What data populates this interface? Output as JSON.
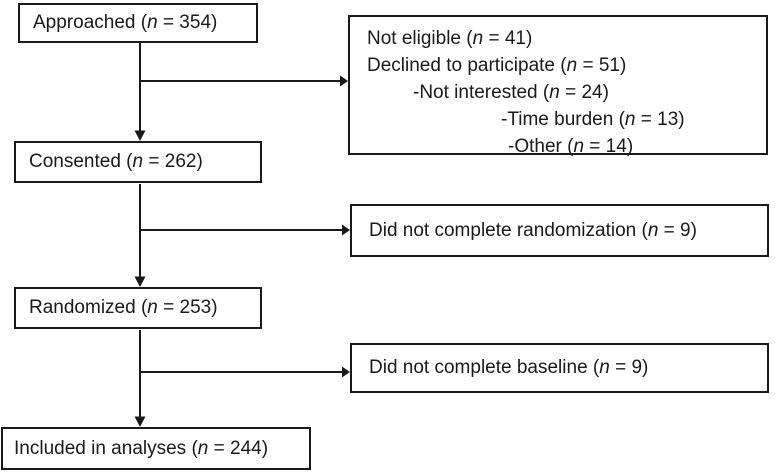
{
  "figure": {
    "background": "#ffffff",
    "line_color": "#1a1a1a",
    "nodes": {
      "approached": {
        "pre": "Approached (",
        "it": "n",
        "post": " = 354)"
      },
      "consented": {
        "pre": "Consented (",
        "it": "n",
        "post": " = 262)"
      },
      "randomized": {
        "pre": "Randomized (",
        "it": "n",
        "post": " = 253)"
      },
      "included": {
        "pre": "Included in analyses (",
        "it": "n",
        "post": " = 244)"
      },
      "excluded_after_approach": {
        "lines": [
          {
            "pre": "Not eligible (",
            "it": "n",
            "post": " = 41)",
            "indent": 0
          },
          {
            "pre": "Declined to participate (",
            "it": "n",
            "post": " = 51)",
            "indent": 0
          },
          {
            "pre": "-Not interested (",
            "it": "n",
            "post": " = 24)",
            "indent": 1
          },
          {
            "pre": "-Time burden (",
            "it": "n",
            "post": " = 13)",
            "indent": 2
          },
          {
            "pre": "-Other (",
            "it": "n",
            "post": " = 14)",
            "indent": 3
          }
        ]
      },
      "no_randomization": {
        "pre": "Did not complete randomization (",
        "it": "n",
        "post": " = 9)"
      },
      "no_baseline": {
        "pre": "Did not complete baseline (",
        "it": "n",
        "post": " = 9)"
      }
    }
  }
}
